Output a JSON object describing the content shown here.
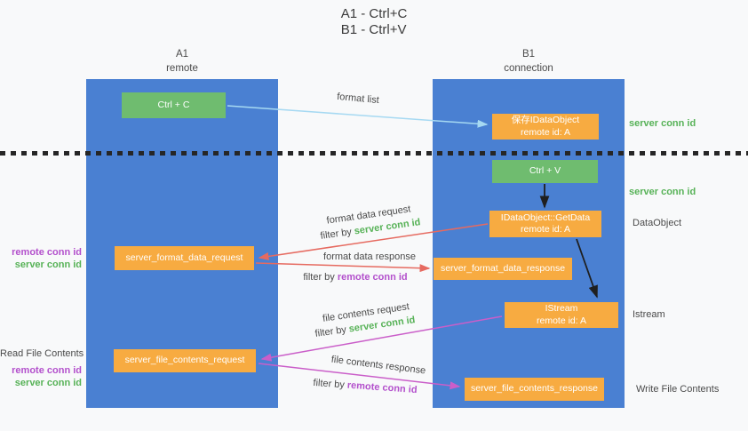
{
  "title": {
    "line1": "A1 - Ctrl+C",
    "line2": "B1 - Ctrl+V"
  },
  "lanes": {
    "a1": {
      "name": "A1",
      "role": "remote"
    },
    "b1": {
      "name": "B1",
      "role": "connection"
    }
  },
  "nodes": {
    "ctrl_c": {
      "label": "Ctrl + C"
    },
    "save_dataobject": {
      "line1": "保存IDataObject",
      "line2": "remote id: A"
    },
    "ctrl_v": {
      "label": "Ctrl + V"
    },
    "getdata": {
      "line1": "IDataObject::GetData",
      "line2": "remote id: A"
    },
    "format_request": {
      "label": "server_format_data_request"
    },
    "format_response": {
      "label": "server_format_data_response"
    },
    "istream": {
      "line1": "IStream",
      "line2": "remote id: A"
    },
    "file_request": {
      "label": "server_file_contents_request"
    },
    "file_response": {
      "label": "server_file_contents_response"
    }
  },
  "arrow_labels": {
    "format_list": "format list",
    "format_data_request": "format data request",
    "format_data_response": "format data response",
    "file_contents_request": "file contents request",
    "file_contents_response": "file contents response",
    "filter_by": "filter by"
  },
  "tokens": {
    "server_conn_id": "server conn id",
    "remote_conn_id": "remote conn id"
  },
  "side_labels": {
    "server_conn_id_top": "server conn id",
    "server_conn_id_mid": "server conn id",
    "dataobject": "DataObject",
    "istream": "Istream",
    "read_file_contents": "Read File Contents",
    "write_file_contents": "Write File Contents"
  },
  "colors": {
    "panel_blue": "#4a80d2",
    "node_green": "#6fbc6f",
    "node_orange": "#f7ab41",
    "text_green": "#57b257",
    "text_purple": "#b350cc",
    "arrow_red": "#e66a60",
    "arrow_magenta": "#ca5ec9",
    "arrow_lightblue": "#a6d9f2",
    "arrow_black": "#1f1f1f"
  }
}
